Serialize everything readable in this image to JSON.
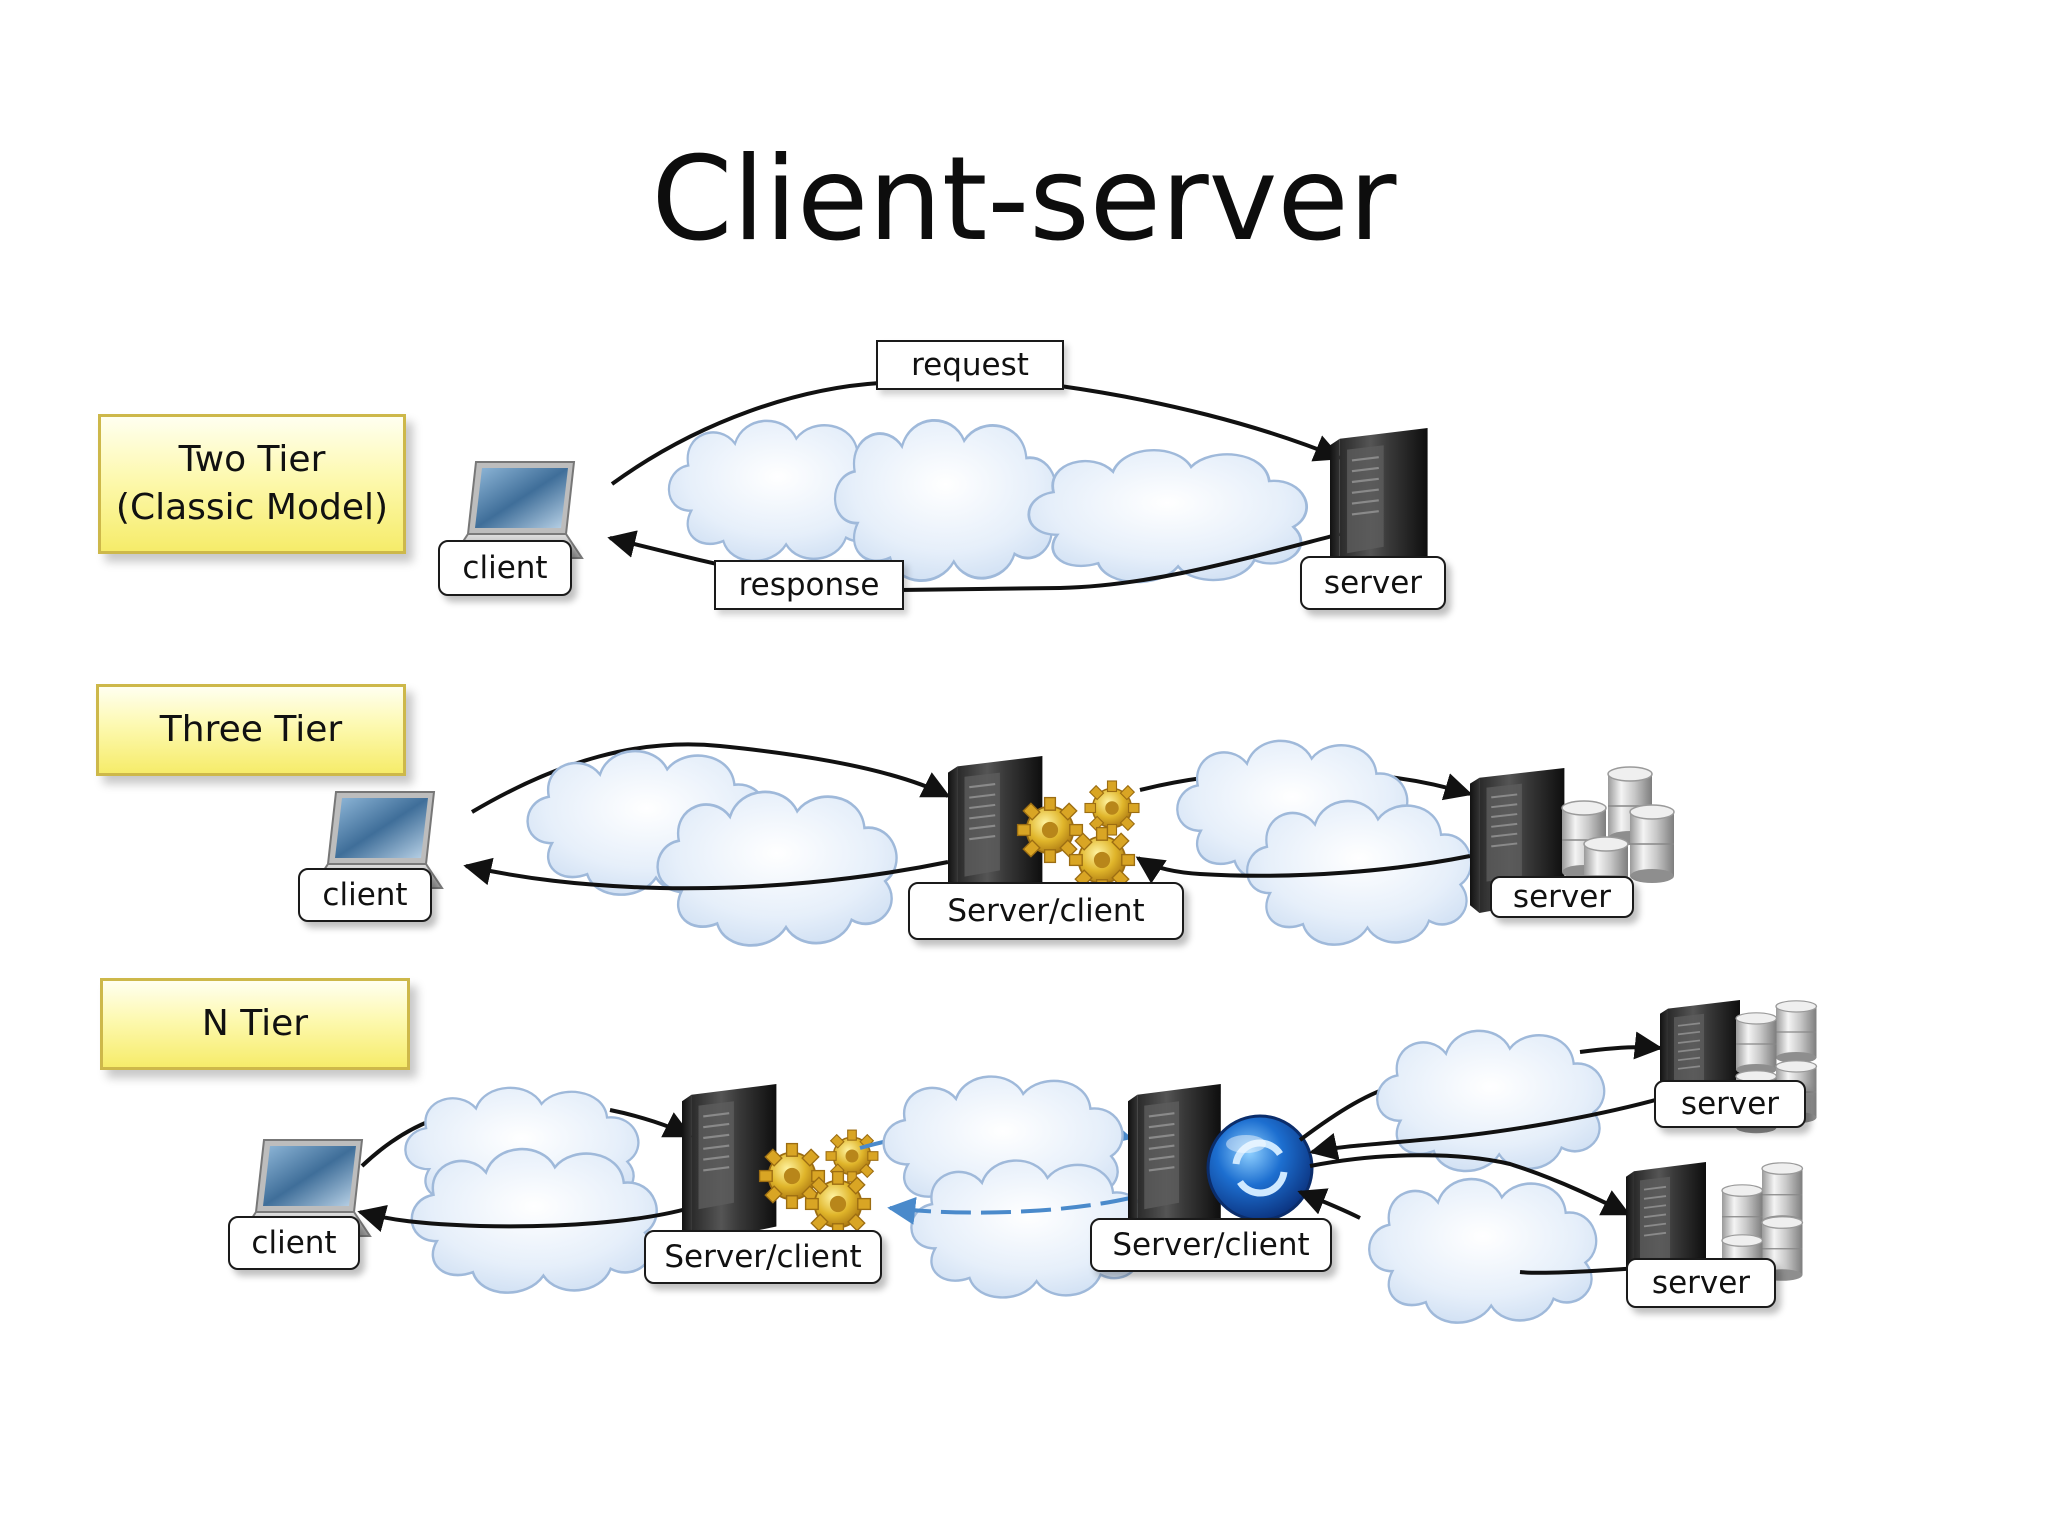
{
  "title": "Client-server",
  "tiers": {
    "two": {
      "line1": "Two Tier",
      "line2": "(Classic Model)"
    },
    "three": {
      "label": "Three Tier"
    },
    "n": {
      "label": "N Tier"
    }
  },
  "labels": {
    "request": "request",
    "response": "response",
    "client": "client",
    "server": "server",
    "server_client": "Server/client"
  },
  "colors": {
    "cloud_fill": "#dce9f8",
    "cloud_edge": "#9fb9da",
    "tier_fill": "#fdf9b0",
    "tier_border": "#cdb84a",
    "arrow": "#111111",
    "blue_arrow": "#4a8acb"
  }
}
